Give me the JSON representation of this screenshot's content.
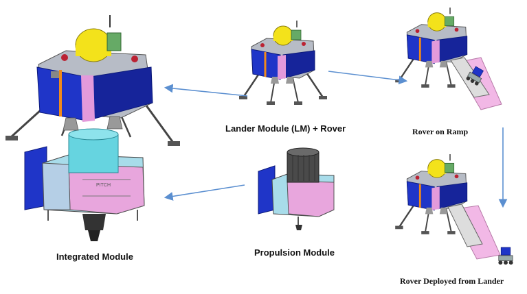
{
  "labels": {
    "lander_rover": "Lander Module (LM) + Rover",
    "rover_ramp": "Rover on Ramp",
    "integrated": "Integrated Module",
    "propulsion": "Propulsion Module",
    "rover_deployed": "Rover Deployed from Lander",
    "pitch_text": "PITCH"
  },
  "colors": {
    "panel_blue": "#1f35c8",
    "panel_blue_dark": "#16249a",
    "tank_yellow": "#f3e21b",
    "cylinder_cyan": "#66d4e0",
    "propulsion_pink": "#e8a6dd",
    "propulsion_cyan": "#a8dcea",
    "body_grey": "#b7bcc6",
    "ramp_pink": "#f2b8e6",
    "arrow_blue": "#5b8fd0",
    "orange": "#f08a1c"
  }
}
